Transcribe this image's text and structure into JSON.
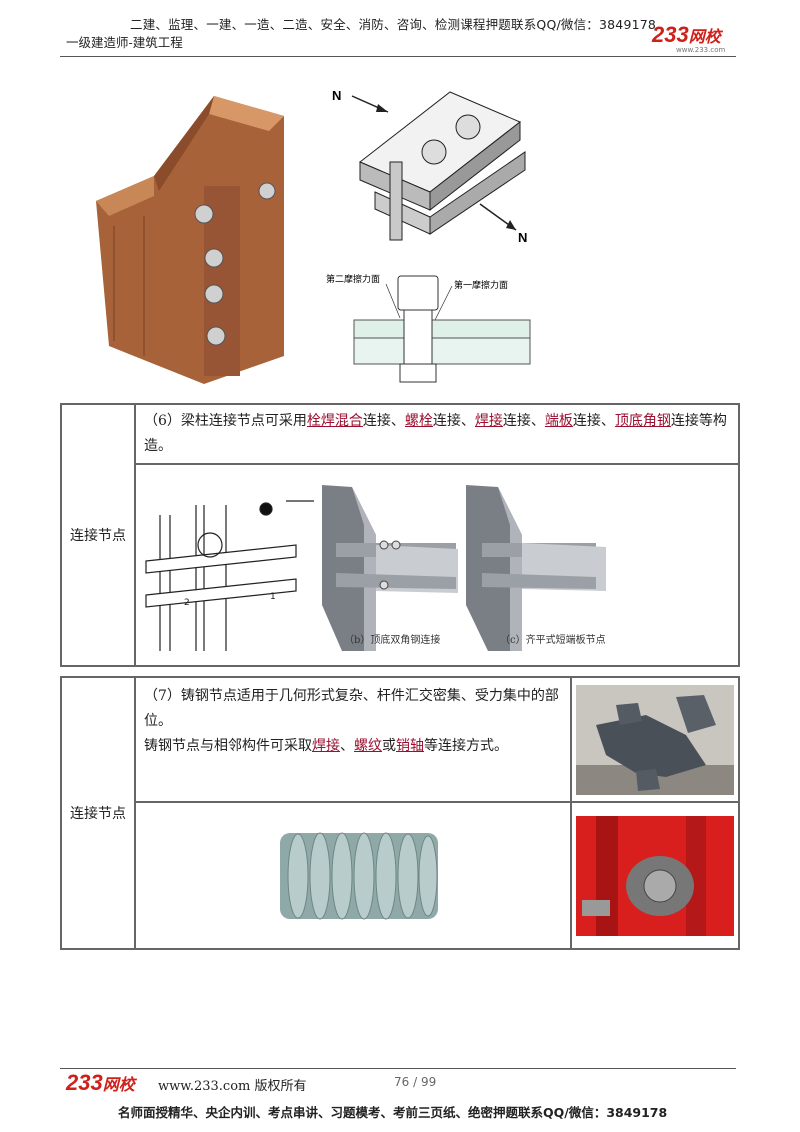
{
  "header": {
    "line1": "二建、监理、一建、一造、二造、安全、消防、咨询、检测课程押题联系QQ/微信：3849178",
    "line2": "一级建造师-建筑工程",
    "logo_num": "233",
    "logo_text": "网校",
    "logo_url": "www.233.com"
  },
  "figure_top": {
    "label_n1": "N",
    "label_n2": "N",
    "label_friction2": "第二摩擦力面",
    "label_friction1": "第一摩擦力面"
  },
  "section6": {
    "label": "连接节点",
    "t_pre": "（6）梁柱连接节点可采用",
    "kw1": "栓焊混合",
    "t_a": "连接、",
    "kw2": "螺栓",
    "t_b": "连接、",
    "kw3": "焊接",
    "t_c": "连接、",
    "kw4": "端板",
    "t_d": "连接、",
    "kw5": "顶底角钢",
    "t_e": "连接等构造。",
    "sketch_label1": "2",
    "sketch_label2": "1",
    "caption_b": "（b）顶底双角钢连接",
    "caption_c": "（c）齐平式短端板节点"
  },
  "section7": {
    "label": "连接节点",
    "p1": "（7）铸钢节点适用于几何形式复杂、杆件汇交密集、受力集中的部位。",
    "p2_pre": "铸钢节点与相邻构件可采取",
    "kw1": "焊接",
    "p2_a": "、",
    "kw2": "螺纹",
    "p2_b": "或",
    "kw3": "销轴",
    "p2_c": "等连接方式。"
  },
  "footer": {
    "logo_num": "233",
    "logo_text": "网校",
    "copyright": "www.233.com 版权所有",
    "page": "76 / 99",
    "line": "名师面授精华、央企内训、考点串讲、习题模考、考前三页纸、绝密押题联系QQ/微信：3849178"
  },
  "colors": {
    "keyword": "#9b1030",
    "logo": "#d0201a",
    "copper": "#b0683a"
  }
}
